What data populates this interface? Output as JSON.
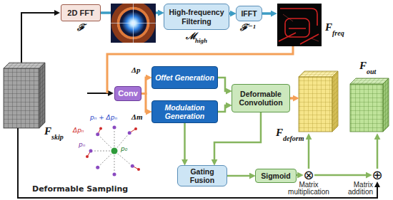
{
  "diagram": {
    "nodes": [
      {
        "text": [
          "2D FFT"
        ]
      },
      {
        "text": [
          "High-frequency Filtering"
        ]
      },
      {
        "text": [
          "IFFT"
        ]
      },
      {
        "text": [
          "Conv"
        ]
      },
      {
        "text": [
          "Offet Generation"
        ]
      },
      {
        "text": [
          "Modulation Generation"
        ]
      },
      {
        "text": [
          "Deformable Convolution"
        ]
      },
      {
        "text": [
          "Gating Fusion"
        ]
      },
      {
        "text": [
          "Sigmoid"
        ]
      },
      {
        "text": [
          "⊗",
          "Matrix multiplication"
        ]
      },
      {
        "text": [
          "⊕",
          "Matrix addition"
        ]
      }
    ],
    "edges": [
      {
        "from": 0,
        "to": 1,
        "arrow": "to"
      },
      {
        "from": 1,
        "to": 2,
        "arrow": "to"
      },
      {
        "from": 3,
        "to": 4,
        "arrow": "to"
      },
      {
        "from": 3,
        "to": 5,
        "arrow": "to"
      },
      {
        "from": 4,
        "to": 6,
        "arrow": "to"
      },
      {
        "from": 5,
        "to": 6,
        "arrow": "to"
      },
      {
        "from": 5,
        "to": 7,
        "arrow": "to"
      },
      {
        "from": 6,
        "to": 7,
        "arrow": "to"
      },
      {
        "from": 7,
        "to": 8,
        "arrow": "to"
      },
      {
        "from": 8,
        "to": 9,
        "arrow": "to"
      },
      {
        "from": 9,
        "to": 10,
        "arrow": "to"
      }
    ],
    "labels": [
      "ℱ",
      "ℳ",
      "high",
      "ℱ⁻¹",
      "F",
      "freq",
      "Δp",
      "Δm",
      "F",
      "skip",
      "pₙ + Δpₙ",
      "Δpₙ",
      "pₙ",
      "p₀",
      "Deformable Sampling",
      "F",
      "deform",
      "F",
      "out"
    ]
  }
}
